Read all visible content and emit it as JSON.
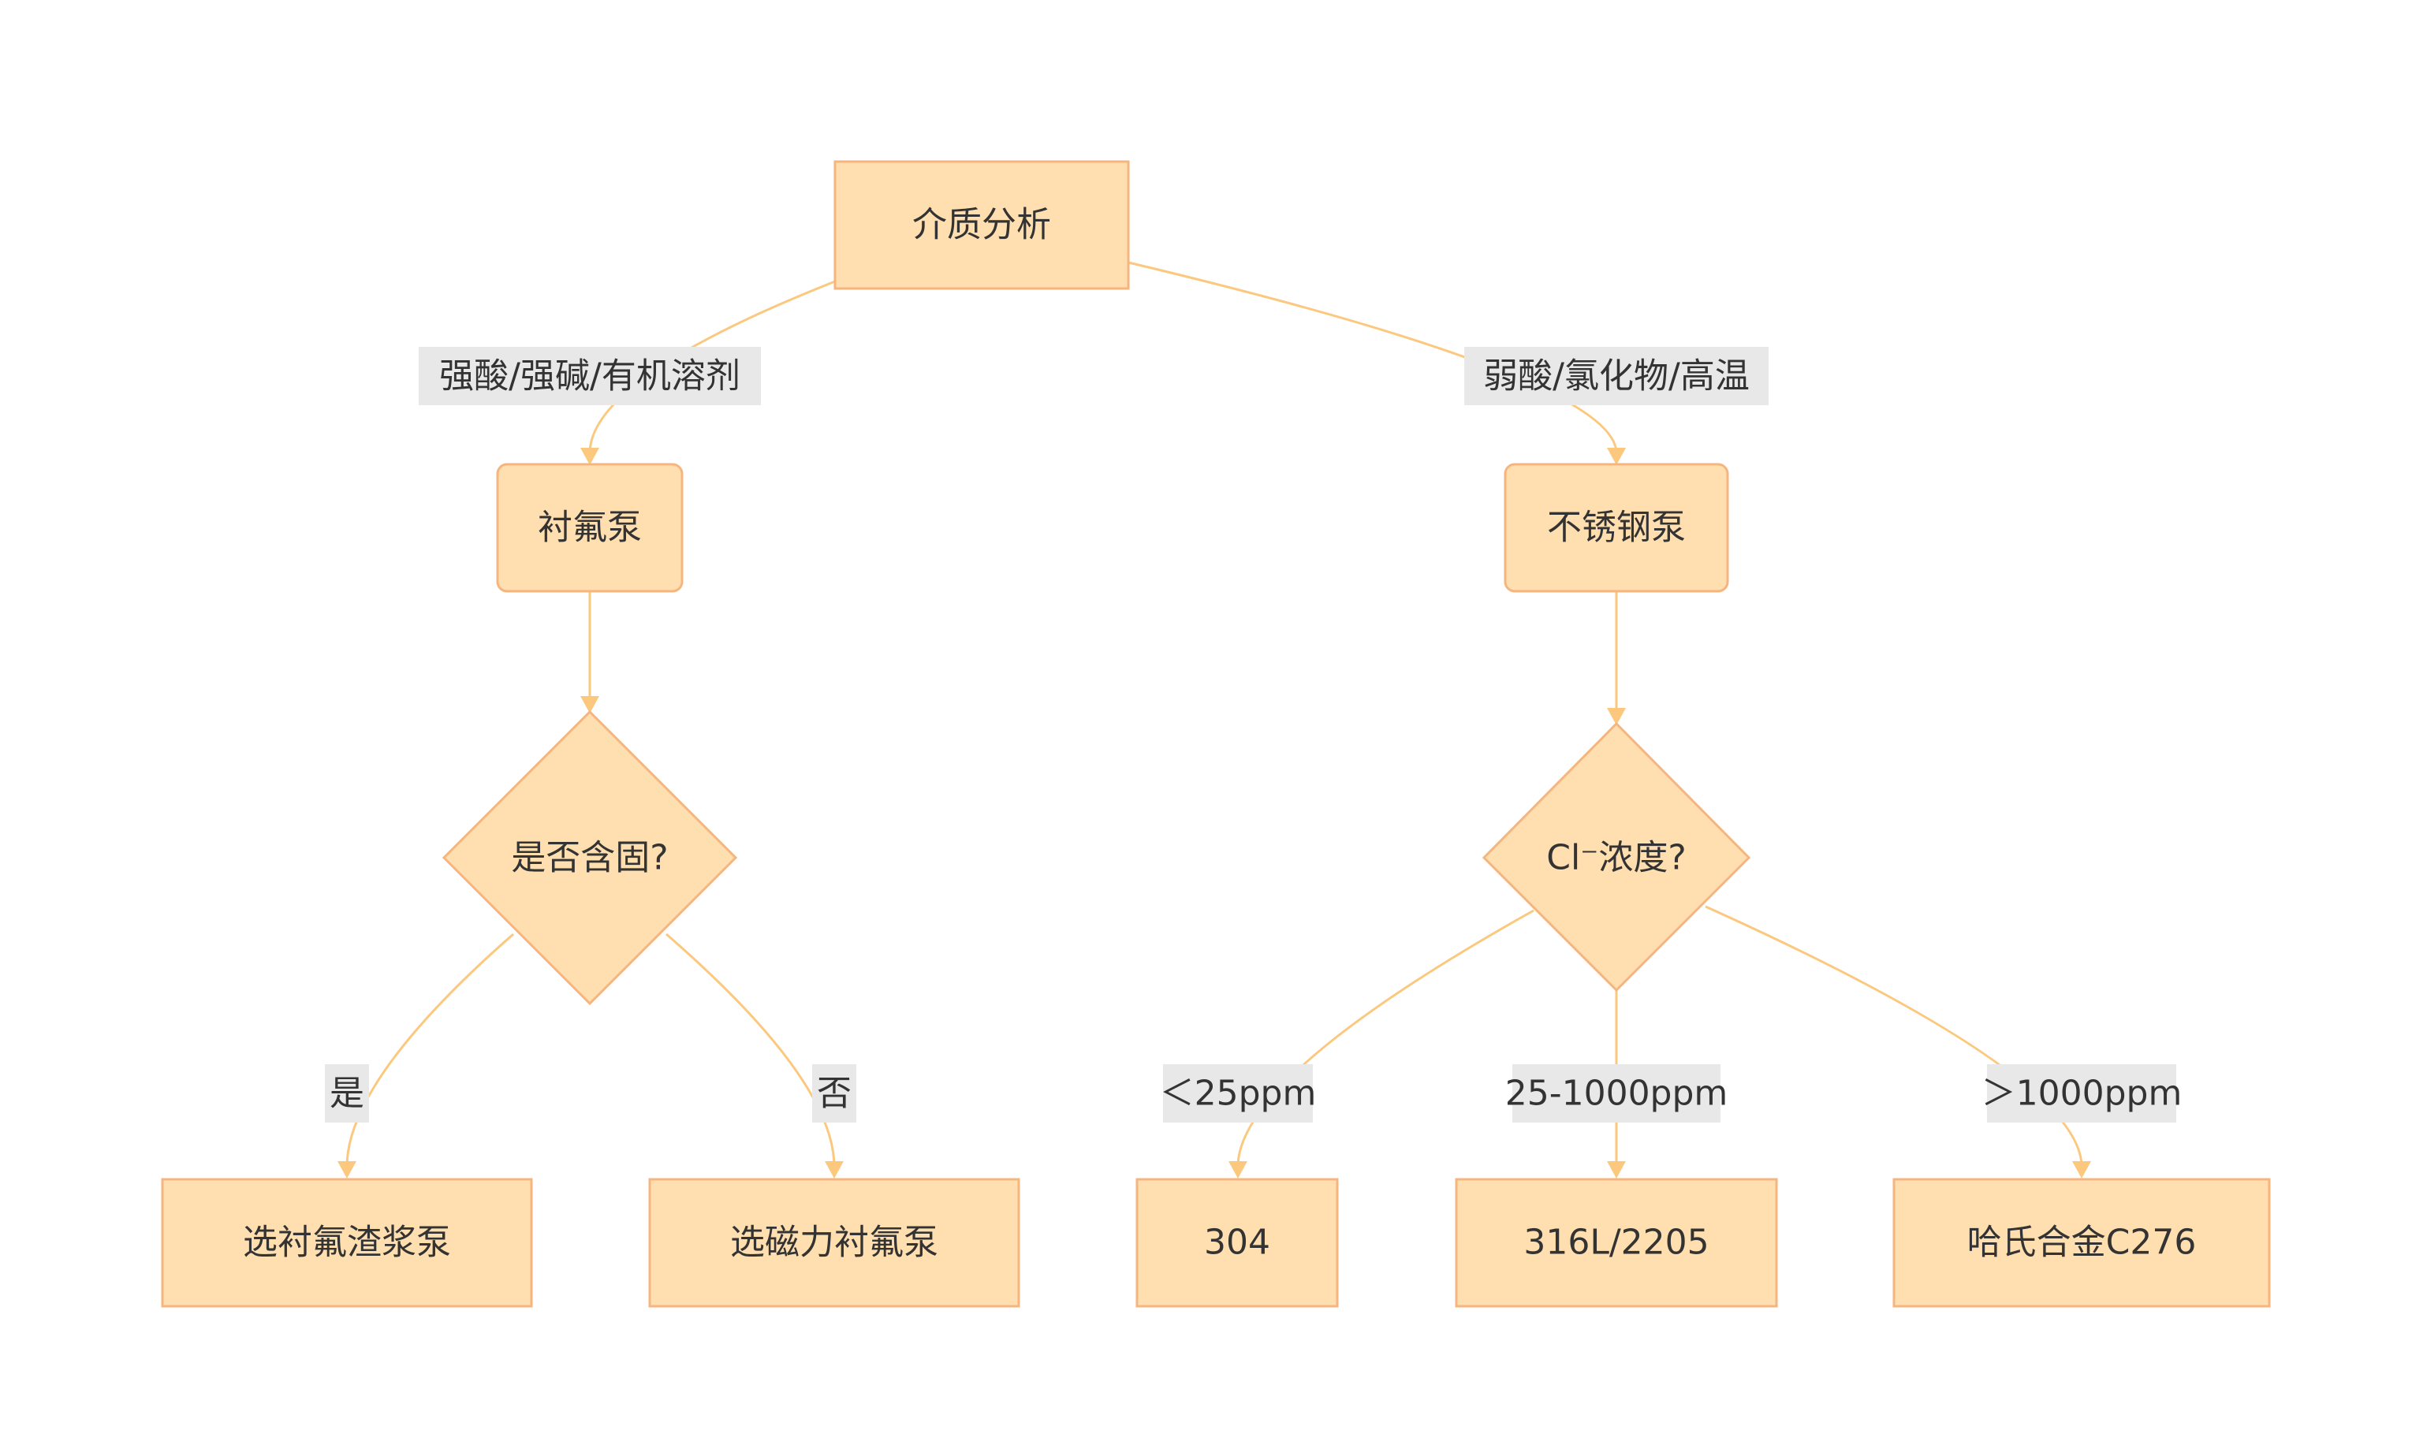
{
  "diagram": {
    "type": "flowchart",
    "colors": {
      "node_fill": "#ffdfb0",
      "node_stroke": "#f6b57f",
      "edge": "#fbc87e",
      "label_background": "#e8e8e8",
      "text": "#333333"
    },
    "nodes": {
      "medium_analysis": "介质分析",
      "ptfe_pump": "衬氟泵",
      "solids_decision": "是否含固?",
      "ptfe_slurry_pump": "选衬氟渣浆泵",
      "magnetic_ptfe_pump": "选磁力衬氟泵",
      "stainless_pump": "不锈钢泵",
      "chloride_decision": "Cl⁻浓度?",
      "grade_304": "304",
      "grade_316l_2205": "316L/2205",
      "hastelloy_c276": "哈氏合金C276"
    },
    "edges": {
      "strong_media": "强酸/强碱/有机溶剂",
      "weak_media": "弱酸/氯化物/高温",
      "yes": "是",
      "no": "否",
      "cl_low": "＜25ppm",
      "cl_mid": "25-1000ppm",
      "cl_high": "＞1000ppm"
    }
  }
}
